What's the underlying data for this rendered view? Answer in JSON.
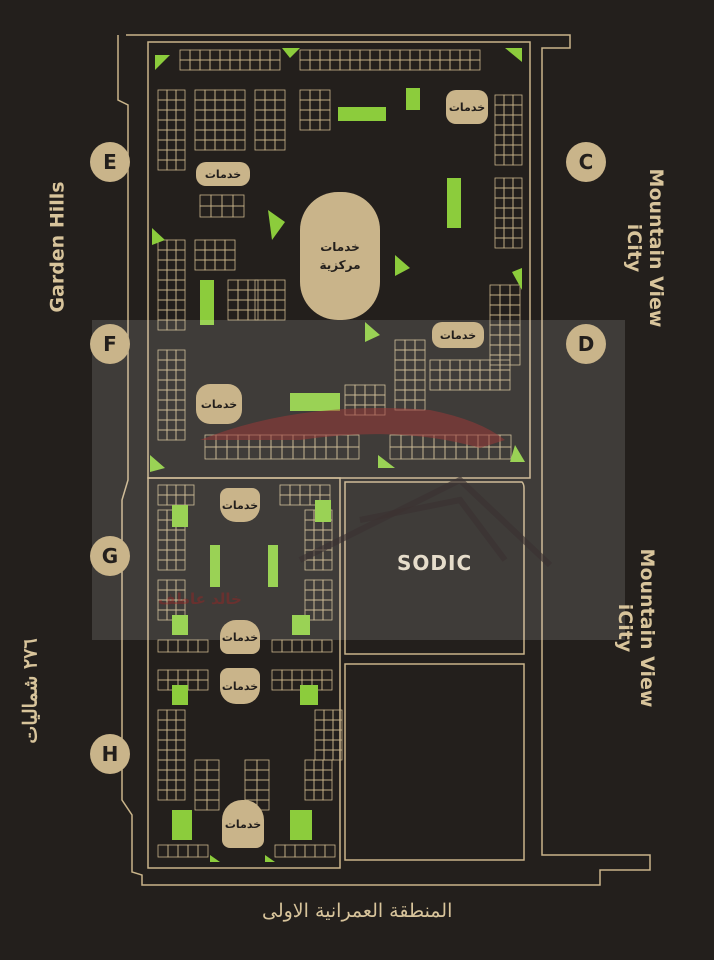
{
  "zones": [
    "E",
    "F",
    "G",
    "H",
    "C",
    "D"
  ],
  "neighbors": {
    "garden_hills": "Garden Hills",
    "mountain_view_1": "Mountain View iCity",
    "mountain_view_2": "Mountain View iCity",
    "road_276": "٢٧٦ شماليات"
  },
  "services_label": "خدمات",
  "central_services": [
    "خدمات",
    "مركزية"
  ],
  "sodic": "SODIC",
  "bottom_label": "المنطقة العمرانية الاولى",
  "watermark_text": "خالد عاطف",
  "colors": {
    "background": "#231f1c",
    "outline": "#c9b48a",
    "green": "#8ccc3c",
    "accent_red": "#8b1c1c"
  }
}
